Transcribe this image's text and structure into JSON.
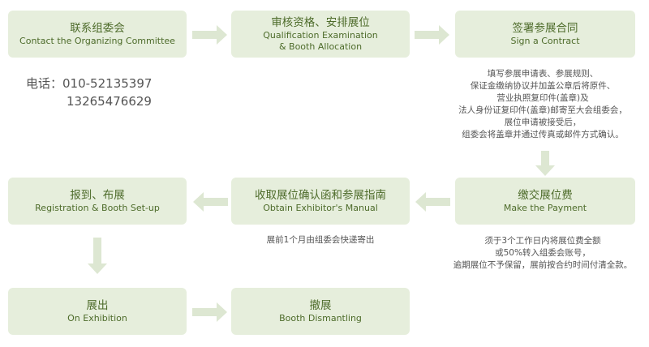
{
  "steps": {
    "contact": {
      "zh": "联系组委会",
      "en": "Contact the Organizing Committee"
    },
    "qualification": {
      "zh": "审核资格、安排展位",
      "en1": "Qualification Examination",
      "en2": "& Booth Allocation"
    },
    "contract": {
      "zh": "签署参展合同",
      "en": "Sign a Contract"
    },
    "payment": {
      "zh": "缴交展位费",
      "en": "Make the Payment"
    },
    "manual": {
      "zh": "收取展位确认函和参展指南",
      "en": "Obtain Exhibitor's Manual"
    },
    "registration": {
      "zh": "报到、布展",
      "en": "Registration & Booth Set-up"
    },
    "exhibition": {
      "zh": "展出",
      "en": "On Exhibition"
    },
    "dismantling": {
      "zh": "撤展",
      "en": "Booth Dismantling"
    }
  },
  "phone": {
    "label": "电话：",
    "number1": "010-52135397",
    "number2": "13265476629"
  },
  "notes": {
    "contract_lines": [
      "填写参展申请表、参展规则、",
      "保证金缴纳协议并加盖公章后将原件、",
      "营业执照复印件(盖章)及",
      "法人身份证复印件(盖章)邮寄至大会组委会，",
      "展位申请被接受后，",
      "组委会将盖章并通过传真或邮件方式确认。"
    ],
    "manual_line": "展前1个月由组委会快递寄出",
    "payment_lines": [
      "须于3个工作日内将展位费全额",
      "或50%转入组委会账号，",
      "逾期展位不予保留，展前按合约时间付清全款。"
    ]
  },
  "colors": {
    "box_fill": "#e6eedc",
    "box_text": "#4d6b2a",
    "arrow": "#dde7d2",
    "note_text": "#555555"
  }
}
